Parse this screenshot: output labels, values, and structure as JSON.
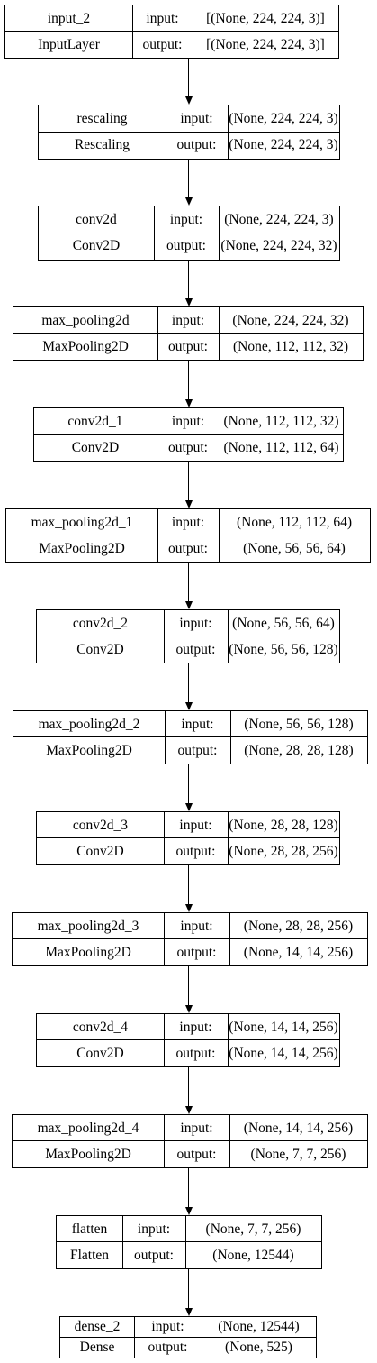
{
  "diagram": {
    "in_label": "input:",
    "out_label": "output:",
    "layers": [
      {
        "name": "input_2",
        "type": "InputLayer",
        "input": "[(None, 224, 224, 3)]",
        "output": "[(None, 224, 224, 3)]"
      },
      {
        "name": "rescaling",
        "type": "Rescaling",
        "input": "(None, 224, 224, 3)",
        "output": "(None, 224, 224, 3)"
      },
      {
        "name": "conv2d",
        "type": "Conv2D",
        "input": "(None, 224, 224, 3)",
        "output": "(None, 224, 224, 32)"
      },
      {
        "name": "max_pooling2d",
        "type": "MaxPooling2D",
        "input": "(None, 224, 224, 32)",
        "output": "(None, 112, 112, 32)"
      },
      {
        "name": "conv2d_1",
        "type": "Conv2D",
        "input": "(None, 112, 112, 32)",
        "output": "(None, 112, 112, 64)"
      },
      {
        "name": "max_pooling2d_1",
        "type": "MaxPooling2D",
        "input": "(None, 112, 112, 64)",
        "output": "(None, 56, 56, 64)"
      },
      {
        "name": "conv2d_2",
        "type": "Conv2D",
        "input": "(None, 56, 56, 64)",
        "output": "(None, 56, 56, 128)"
      },
      {
        "name": "max_pooling2d_2",
        "type": "MaxPooling2D",
        "input": "(None, 56, 56, 128)",
        "output": "(None, 28, 28, 128)"
      },
      {
        "name": "conv2d_3",
        "type": "Conv2D",
        "input": "(None, 28, 28, 128)",
        "output": "(None, 28, 28, 256)"
      },
      {
        "name": "max_pooling2d_3",
        "type": "MaxPooling2D",
        "input": "(None, 28, 28, 256)",
        "output": "(None, 14, 14, 256)"
      },
      {
        "name": "conv2d_4",
        "type": "Conv2D",
        "input": "(None, 14, 14, 256)",
        "output": "(None, 14, 14, 256)"
      },
      {
        "name": "max_pooling2d_4",
        "type": "MaxPooling2D",
        "input": "(None, 14, 14, 256)",
        "output": "(None, 7, 7, 256)"
      },
      {
        "name": "flatten",
        "type": "Flatten",
        "input": "(None, 7, 7, 256)",
        "output": "(None, 12544)"
      },
      {
        "name": "dense_2",
        "type": "Dense",
        "input": "(None, 12544)",
        "output": "(None, 525)"
      }
    ]
  }
}
